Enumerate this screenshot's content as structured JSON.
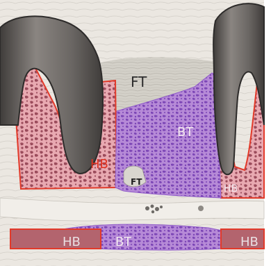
{
  "figure": {
    "labels": {
      "fibrous_tissue_top": "FT",
      "bone_transplant_upper": "BT",
      "host_bone_left": "HB",
      "fibrous_tissue_small": "FT",
      "host_bone_right": "HB",
      "host_bone_bottom_left": "HB",
      "bone_transplant_lower": "BT",
      "host_bone_bottom_right": "HB"
    },
    "colors": {
      "page_background": "#ffffff",
      "tissue_background": "#ece8e2",
      "fibrous_tissue": "#cfccc4",
      "tooth": "#6f6b68",
      "tooth_dark": "#4c4947",
      "host_bone_fill": "#e8a9b1",
      "host_bone_outline": "#e23a2a",
      "host_bone_speckle": "#9b4c5c",
      "bone_transplant_fill": "#b68ad7",
      "bone_transplant_speckle": "#7c46b6",
      "label_light": "#f3e8ef",
      "label_dark": "#2b2b2b",
      "label_red": "#e03020"
    }
  }
}
